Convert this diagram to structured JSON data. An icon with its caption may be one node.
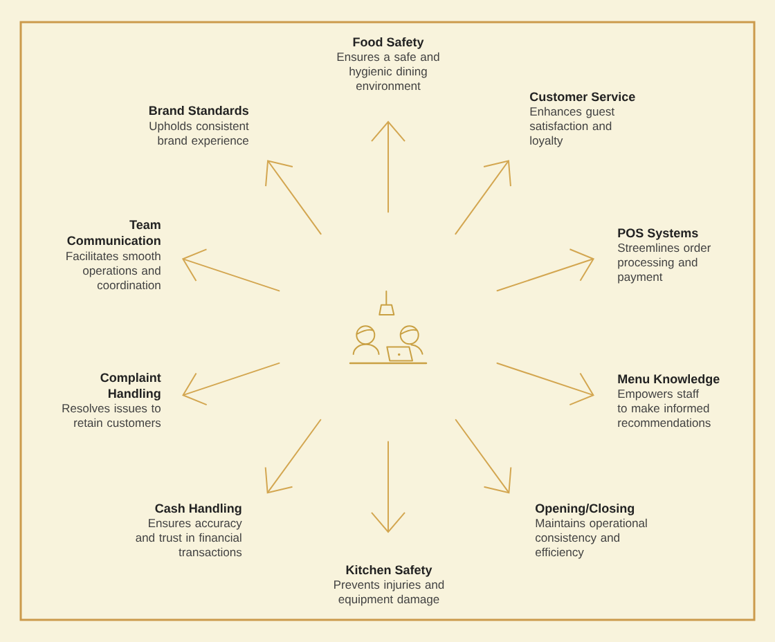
{
  "diagram": {
    "nodes": [
      {
        "text": [
          "Food Safety",
          "Ensures a safe and hygienic dining environment"
        ]
      },
      {
        "text": [
          "Customer Service",
          "Enhances guest satisfaction and loyalty"
        ]
      },
      {
        "text": [
          "POS Systems",
          "Streemlines order processing and payment"
        ]
      },
      {
        "text": [
          "Menu Knowledge",
          "Empowers staff to make informed recommendations"
        ]
      },
      {
        "text": [
          "Opening/Closing",
          "Maintains operational consistency and efficiency"
        ]
      },
      {
        "text": [
          "Kitchen Safety",
          "Prevents injuries and equipment damage"
        ]
      },
      {
        "text": [
          "Cash Handling",
          "Ensures accuracy and trust in financial transactions"
        ]
      },
      {
        "text": [
          "Complaint Handling",
          "Resolves issues to retain customers"
        ]
      },
      {
        "text": [
          "Team Communication",
          "Facilitates smooth operations and coordination"
        ]
      },
      {
        "text": [
          "Brand Standards",
          "Upholds consistent brand experience"
        ]
      }
    ],
    "edges": [
      {
        "from": null,
        "to": 0,
        "arrow": "to"
      },
      {
        "from": null,
        "to": 1,
        "arrow": "to"
      },
      {
        "from": null,
        "to": 2,
        "arrow": "to"
      },
      {
        "from": null,
        "to": 3,
        "arrow": "to"
      },
      {
        "from": null,
        "to": 4,
        "arrow": "to"
      },
      {
        "from": null,
        "to": 5,
        "arrow": "to"
      },
      {
        "from": null,
        "to": 6,
        "arrow": "to"
      },
      {
        "from": null,
        "to": 7,
        "arrow": "to"
      },
      {
        "from": null,
        "to": 8,
        "arrow": "to"
      },
      {
        "from": null,
        "to": 9,
        "arrow": "to"
      }
    ]
  }
}
